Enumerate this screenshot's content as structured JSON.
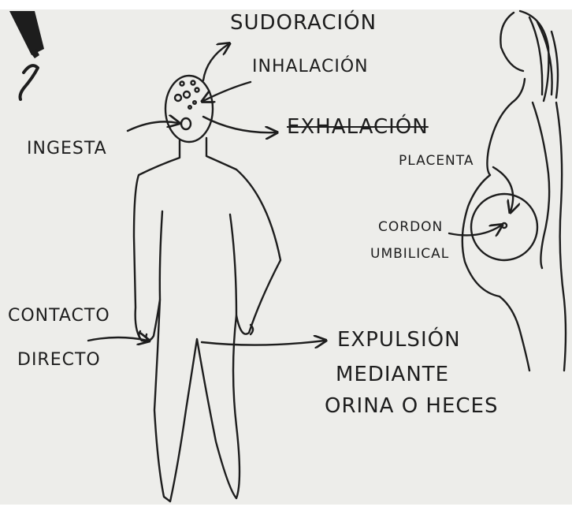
{
  "labels": {
    "sudoracion": "SUDORACIÓN",
    "inhalacion": "INHALACIÓN",
    "exhalacion": "EXHALACIÓN",
    "ingesta": "INGESTA",
    "placenta": "PLACENTA",
    "cordon_line1": "CORDON",
    "cordon_line2": "UMBILICAL",
    "contacto_line1": "CONTACTO",
    "contacto_line2": "DIRECTO",
    "expulsion_line1": "EXPULSIÓN",
    "expulsion_line2": "MEDIANTE",
    "expulsion_line3": "ORINA O HECES"
  },
  "colors": {
    "paper": "#ededea",
    "ink": "#1d1d1d"
  }
}
